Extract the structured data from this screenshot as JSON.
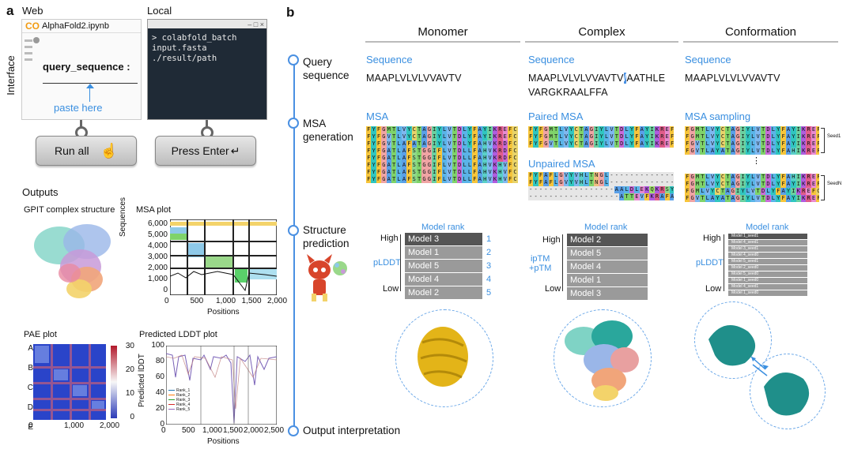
{
  "panel_a": {
    "letter": "a",
    "web_label": "Web",
    "local_label": "Local",
    "interface_label": "Interface",
    "notebook_name": "AlphaFold2.ipynb",
    "query_label": "query_sequence :",
    "paste_label": "paste here",
    "terminal_line1": "> colabfold_batch",
    "terminal_line2": "input.fasta ./result/path",
    "run_all_label": "Run all",
    "press_enter_label": "Press Enter",
    "outputs_label": "Outputs",
    "gpit_label": "GPIT complex structure",
    "msa_plot_label": "MSA plot",
    "msa_plot_ylabel": "Sequences",
    "msa_plot_xlabel": "Positions",
    "msa_plot_yticks": [
      "6,000",
      "5,000",
      "4,000",
      "3,000",
      "2,000",
      "1,000",
      "0"
    ],
    "msa_plot_xticks": [
      "0",
      "500",
      "1,000",
      "1,500",
      "2,000"
    ],
    "pae_label": "PAE plot",
    "pae_rows": [
      "A",
      "B",
      "C",
      "D",
      "E"
    ],
    "pae_xticks": [
      "0",
      "1,000",
      "2,000"
    ],
    "pae_cbar": [
      "30",
      "20",
      "10",
      "0"
    ],
    "lddt_label": "Predicted LDDT plot",
    "lddt_ylabel": "Predicted lDDT",
    "lddt_xlabel": "Positions",
    "lddt_yticks": [
      "100",
      "80",
      "60",
      "40",
      "20",
      "0"
    ],
    "lddt_xticks": [
      "0",
      "500",
      "1,000",
      "1,500",
      "2,000",
      "2,500"
    ],
    "lddt_legend": [
      "Rank_1",
      "Rank_2",
      "Rank_3",
      "Rank_4",
      "Rank_5"
    ]
  },
  "panel_b": {
    "letter": "b",
    "columns": [
      "Monomer",
      "Complex",
      "Conformation"
    ],
    "rows": {
      "query": "Query\nsequence",
      "msa": "MSA\ngeneration",
      "structure": "Structure\nprediction",
      "output": "Output interpretation"
    },
    "sequence_label": "Sequence",
    "monomer_seq": "MAAPLVLVLVVAVTV",
    "complex_seq_a": "MAAPLVLVLVVAVTV",
    "complex_sep": "/",
    "complex_seq_b": "AATHLE",
    "complex_seq_c": "VARGKRAALFFA",
    "conf_seq": "MAAPLVLVLVVAVTV",
    "msa_label": "MSA",
    "paired_msa_label": "Paired MSA",
    "unpaired_msa_label": "Unpaired MSA",
    "msa_sampling_label": "MSA sampling",
    "seed1": "Seed1",
    "seedN": "SeedN",
    "ellipsis": "⋮",
    "model_rank": "Model rank",
    "high": "High",
    "low": "Low",
    "plddt": "pLDDT",
    "iptm": "ipTM\n+pTM",
    "monomer_models": [
      "Model 3",
      "Model 1",
      "Model 5",
      "Model 4",
      "Model 2"
    ],
    "monomer_ranks": [
      "1",
      "2",
      "3",
      "4",
      "5"
    ],
    "complex_models": [
      "Model 2",
      "Model 5",
      "Model 4",
      "Model 1",
      "Model 3"
    ],
    "conf_models": [
      "Model 1_seed1",
      "Model 4_seed1",
      "Model 3_seed1",
      "Model 4_seed0",
      "Model 5_seed1",
      "Model 2_seed0",
      "Model 5_seed0",
      "Model 1_seed0",
      "Model 4_seed1",
      "Model 1_seed0"
    ]
  },
  "msa_rows": {
    "monomer": [
      "FYFGMTLVYCTAGIYLVTDLYFAYIKREFC",
      "FYFGVTLVYCTAGIYLVTDLYFAYIKREFC",
      "FYFGVTLAFATAGIYLVTDLYFAHVKRDFC",
      "FYFGATLAFSTGGIFLVTDLLFAHVKRDFC",
      "FYFGATLAFSTGGIFLVTDLLFAHVKRDFC",
      "FYFGATLAFSTGGIFLVTDLLFAHVKHVFC",
      "FYFGATLAFSTGGIFLVTDLLFAHVKHVFC",
      "FYFGATLAFSTGGIFLVTDLLFAHVKHVFC"
    ],
    "paired": [
      "FYFGMTLVYCTAGIYLVTDLYFAYIKREFC",
      "FYFGMTLVYCTAGIYLVTDLYFAYIKREFC",
      "FYFGVTLVYCTAGIYLVTDLYFAYIKREFC"
    ],
    "unpaired": [
      "FYFAFLGVYVHLTNGL--------------",
      "FYFAFLGVYVHLTNGL--------------",
      "-----------------AALDLEKQKRSYAAL",
      "------------------ATTEVFKRAFAAL"
    ],
    "conf": [
      "FGMTLVYCTAGIYLVTDLYFAYIKREFC",
      "FGMTLVYCTAGIYLVTDLYFAYIKREFC",
      "FGVTLVYCTAGIYLVTDLYFAYIKREFC",
      "FGVTLAYATAGIYLVTDLYFAHIKREFC",
      "FGMTLVYCTAGIYLVTDLYFAHIKREFC",
      "FGMTLVYCTAGIYLVTDLYFAYIKREFC",
      "FGMLVYCTAGIYLVTDLYFAYIKREFC",
      "FGVTLAYATAGIYLVTDLYFAYIKREFC"
    ]
  },
  "colors": {
    "blue": "#3a8fe0",
    "accent_blue": "#4a90e2"
  }
}
